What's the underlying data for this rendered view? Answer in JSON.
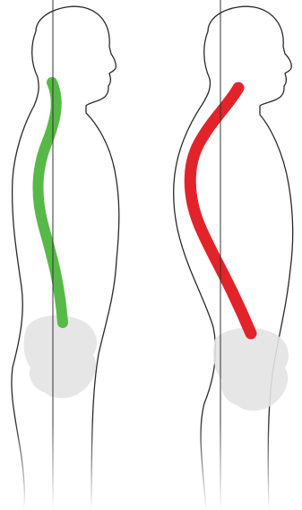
{
  "figures": [
    {
      "id": "left",
      "posture": "neutral",
      "spine_color": "#57b947"
    },
    {
      "id": "right",
      "posture": "hyperkyphosis",
      "spine_color": "#e2232a"
    }
  ],
  "colors": {
    "outline": "#2a2a2a",
    "pelvis": "#e3e3e3",
    "plumb_line": "#333333",
    "background": "#ffffff"
  }
}
